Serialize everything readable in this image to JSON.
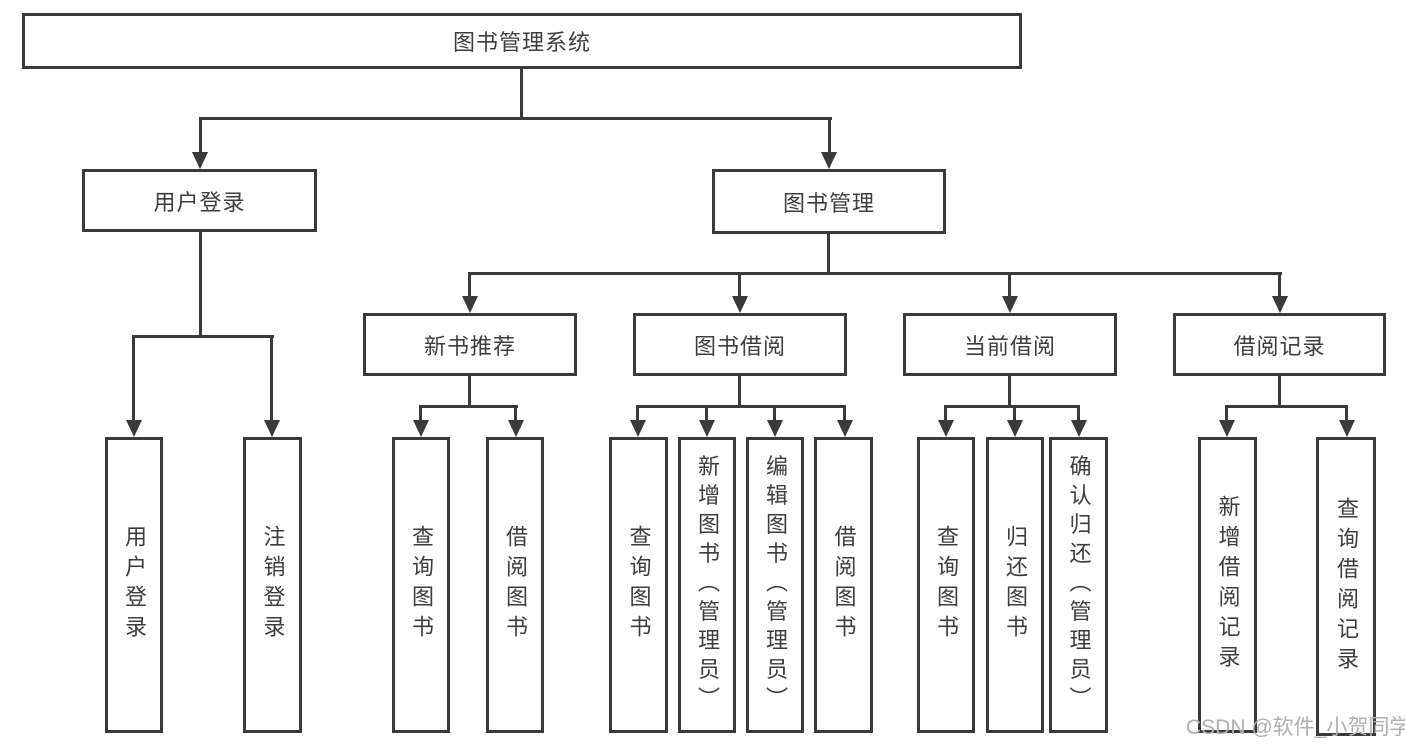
{
  "diagram_title": "图书管理系统",
  "colors": {
    "line": "#3a3a3a",
    "text": "#3d3d3d",
    "watermark": "#b0b0b0",
    "bg": "#ffffff"
  },
  "nodes": {
    "root": {
      "label": "图书管理系统"
    },
    "user_login": {
      "label": "用户登录"
    },
    "book_management": {
      "label": "图书管理"
    },
    "new_book_rec": {
      "label": "新书推荐"
    },
    "book_borrowing": {
      "label": "图书借阅"
    },
    "current_borrowing": {
      "label": "当前借阅"
    },
    "borrowing_records": {
      "label": "借阅记录"
    },
    "leaf_user_login": {
      "label": "用户登录"
    },
    "leaf_logout": {
      "label": "注销登录"
    },
    "leaf_query_book_1": {
      "label": "查询图书"
    },
    "leaf_borrow_book_1": {
      "label": "借阅图书"
    },
    "leaf_query_book_2": {
      "label": "查询图书"
    },
    "leaf_add_book": {
      "label": "新增图书（管理员）"
    },
    "leaf_edit_book": {
      "label": "编辑图书（管理员）"
    },
    "leaf_borrow_book_2": {
      "label": "借阅图书"
    },
    "leaf_query_book_3": {
      "label": "查询图书"
    },
    "leaf_return_book": {
      "label": "归还图书"
    },
    "leaf_confirm_return": {
      "label": "确认归还（管理员）"
    },
    "leaf_add_record": {
      "label": "新增借阅记录"
    },
    "leaf_query_record": {
      "label": "查询借阅记录"
    }
  },
  "hierarchy": {
    "图书管理系统": {
      "用户登录": [
        "用户登录",
        "注销登录"
      ],
      "图书管理": {
        "新书推荐": [
          "查询图书",
          "借阅图书"
        ],
        "图书借阅": [
          "查询图书",
          "新增图书（管理员）",
          "编辑图书（管理员）",
          "借阅图书"
        ],
        "当前借阅": [
          "查询图书",
          "归还图书",
          "确认归还（管理员）"
        ],
        "借阅记录": [
          "新增借阅记录",
          "查询借阅记录"
        ]
      }
    }
  },
  "watermark": {
    "text": "CSDN @软件_小贺同学"
  }
}
